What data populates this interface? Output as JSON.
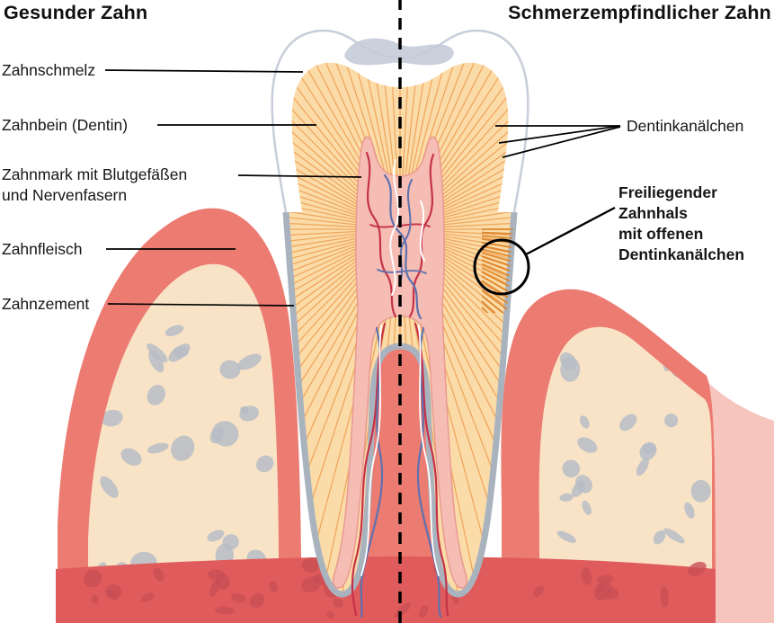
{
  "titles": {
    "left": "Gesunder Zahn",
    "right": "Schmerzempfindlicher Zahn"
  },
  "labels": {
    "zahnschmelz": "Zahnschmelz",
    "zahnbein": "Zahnbein (Dentin)",
    "zahnmark": "Zahnmark mit Blutgefäßen\nund Nervenfasern",
    "zahnfleisch": "Zahnfleisch",
    "zahnzement": "Zahnzement",
    "dentinkanaelchen": "Dentinkanälchen",
    "freiliegender_zahnhals": "Freiliegender\nZahnhals\nmit offenen\nDentinkanälchen"
  },
  "colors": {
    "enamel": "#FFFFFF",
    "enamel_outline": "#C7CEDA",
    "dentin": "#FBDCA8",
    "dentin_tubules": "#EFA057",
    "open_tubules": "#DD8428",
    "pulp": "#F5BDB4",
    "vessel_red": "#C53248",
    "vessel_blue": "#5E71AE",
    "vessel_white": "#FFFFFF",
    "gum": "#EC7B71",
    "bone": "#F8E3C7",
    "bone_speckle": "#B7BDC6",
    "deep_tissue_band": "#E05B5B",
    "deep_tissue_speckle": "#C94F55",
    "cementum": "#A9B3BE",
    "occlusal_shading": "#C4CBD8",
    "annotation": "#000000"
  }
}
